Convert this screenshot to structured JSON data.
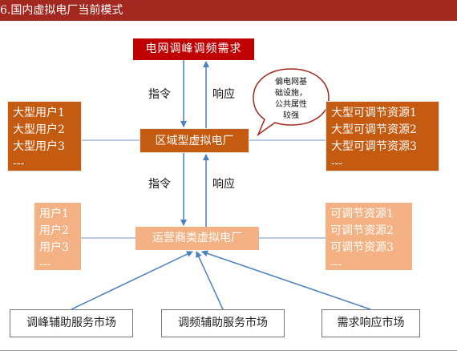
{
  "header": {
    "title": "6.国内虚拟电厂当前模式"
  },
  "top": {
    "label": "电网调峰调频需求"
  },
  "region_vpp": {
    "label": "区域型虚拟电厂"
  },
  "operator_vpp": {
    "label": "运营商类虚拟电厂"
  },
  "big_users": {
    "items": [
      "大型用户1",
      "大型用户2",
      "大型用户3",
      "---"
    ]
  },
  "big_resources": {
    "items": [
      "大型可调节资源1",
      "大型可调节资源2",
      "大型可调节资源3",
      "---"
    ]
  },
  "small_users": {
    "items": [
      "用户1",
      "用户2",
      "用户3",
      "---"
    ]
  },
  "small_resources": {
    "items": [
      "可调节资源1",
      "可调节资源2",
      "可调节资源3",
      "---"
    ]
  },
  "labels": {
    "command_upper": "指令",
    "response_upper": "响应",
    "command_lower": "指令",
    "response_lower": "响应"
  },
  "bubble": {
    "lines": [
      "偏电网基",
      "础设施，",
      "公共属性",
      "较强"
    ]
  },
  "markets": [
    "调峰辅助服务市场",
    "调频辅助服务市场",
    "需求响应市场"
  ],
  "colors": {
    "header": "#a3281f",
    "top_box": "#c00000",
    "dark_box": "#c55a11",
    "light_box": "#f4b183",
    "arrow": "#4a7fc0",
    "line": "#8fa9d0"
  }
}
